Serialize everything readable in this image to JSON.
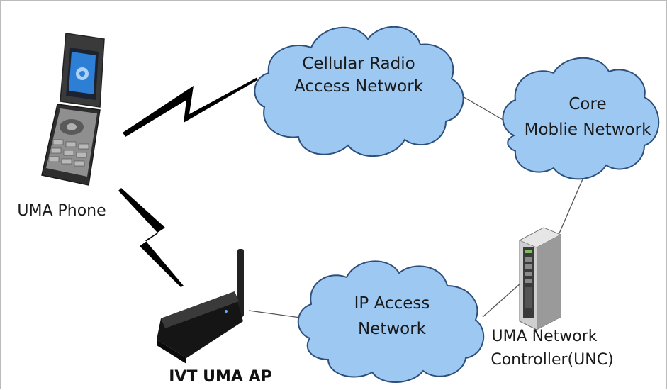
{
  "nodes": {
    "cellular_radio": {
      "line1": "Cellular Radio",
      "line2": "Access Network"
    },
    "core_mobile": {
      "line1": "Core",
      "line2": "Moblie Network"
    },
    "ip_access": {
      "line1": "IP Access",
      "line2": "Network"
    },
    "uma_phone": {
      "label": "UMA Phone"
    },
    "uma_ap": {
      "label": "IVT UMA AP"
    },
    "unc": {
      "line1": "UMA Network",
      "line2": "Controller(UNC)"
    }
  },
  "colors": {
    "cloud_fill": "#9cc8f2",
    "cloud_stroke": "#2d4f7c",
    "link": "#555555",
    "wireless": "#000000"
  },
  "icons": [
    "mobile-phone-icon",
    "router-icon",
    "server-icon",
    "wireless-link-icon"
  ]
}
